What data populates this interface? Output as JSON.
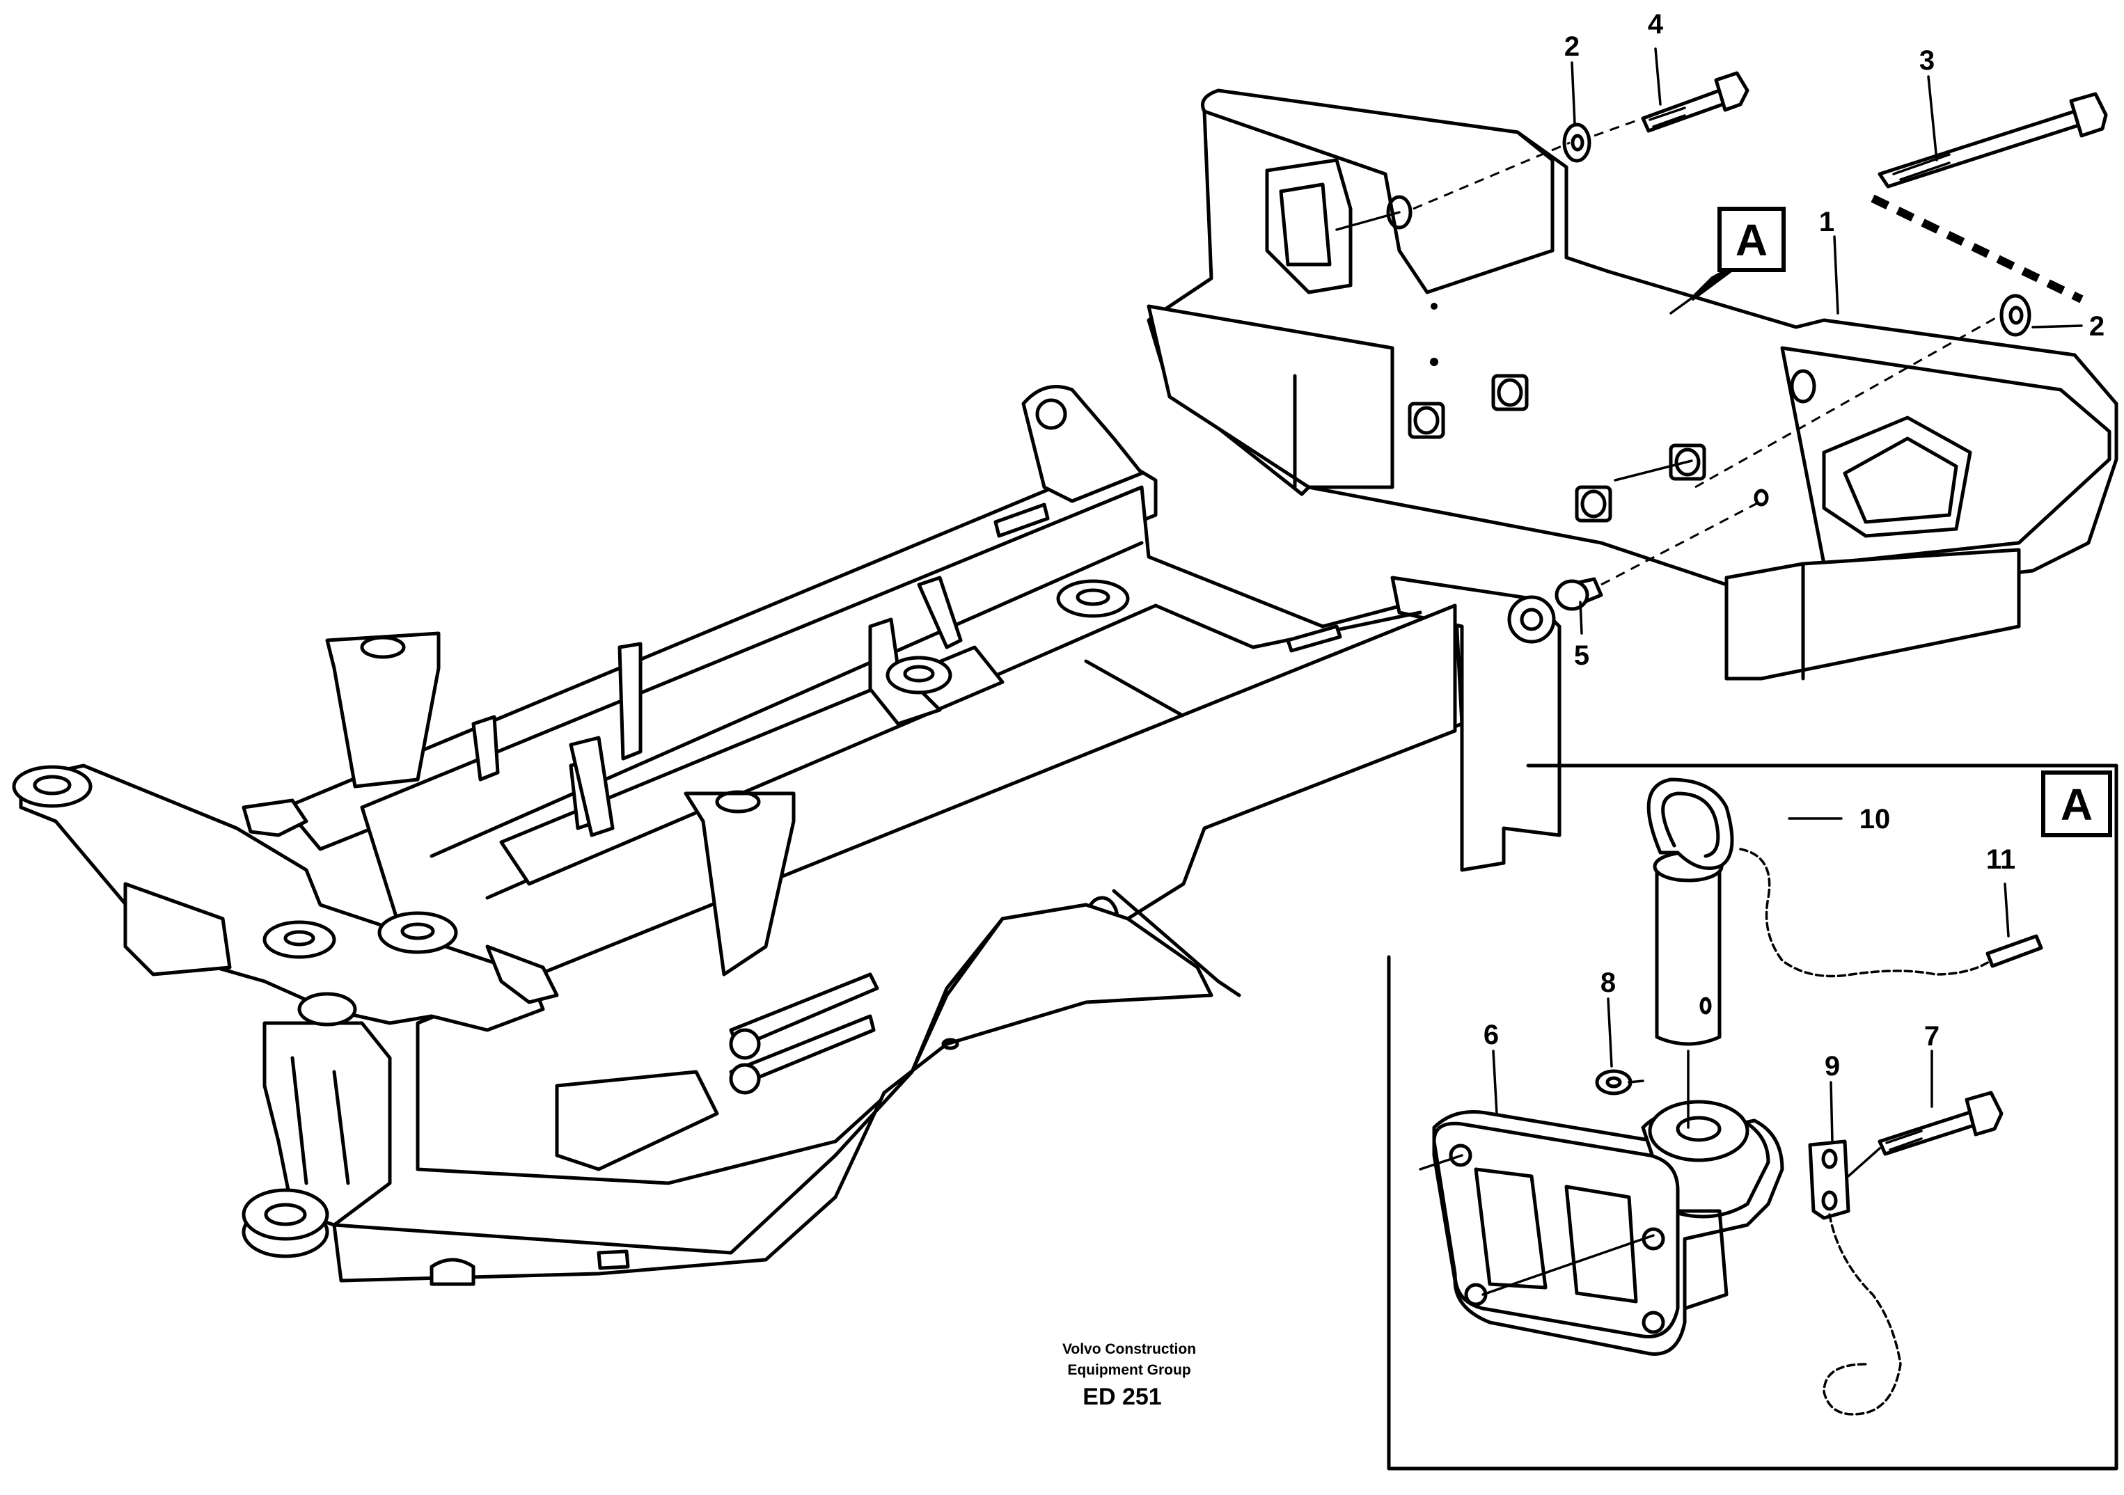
{
  "callouts": {
    "c1": "1",
    "c2a": "2",
    "c2b": "2",
    "c3": "3",
    "c4": "4",
    "c5": "5",
    "c6": "6",
    "c7": "7",
    "c8": "8",
    "c9": "9",
    "c10": "10",
    "c11": "11"
  },
  "view_marker": "A",
  "detail_marker": "A",
  "caption": {
    "line1": "Volvo Construction",
    "line2": "Equipment Group",
    "code": "ED 251"
  }
}
